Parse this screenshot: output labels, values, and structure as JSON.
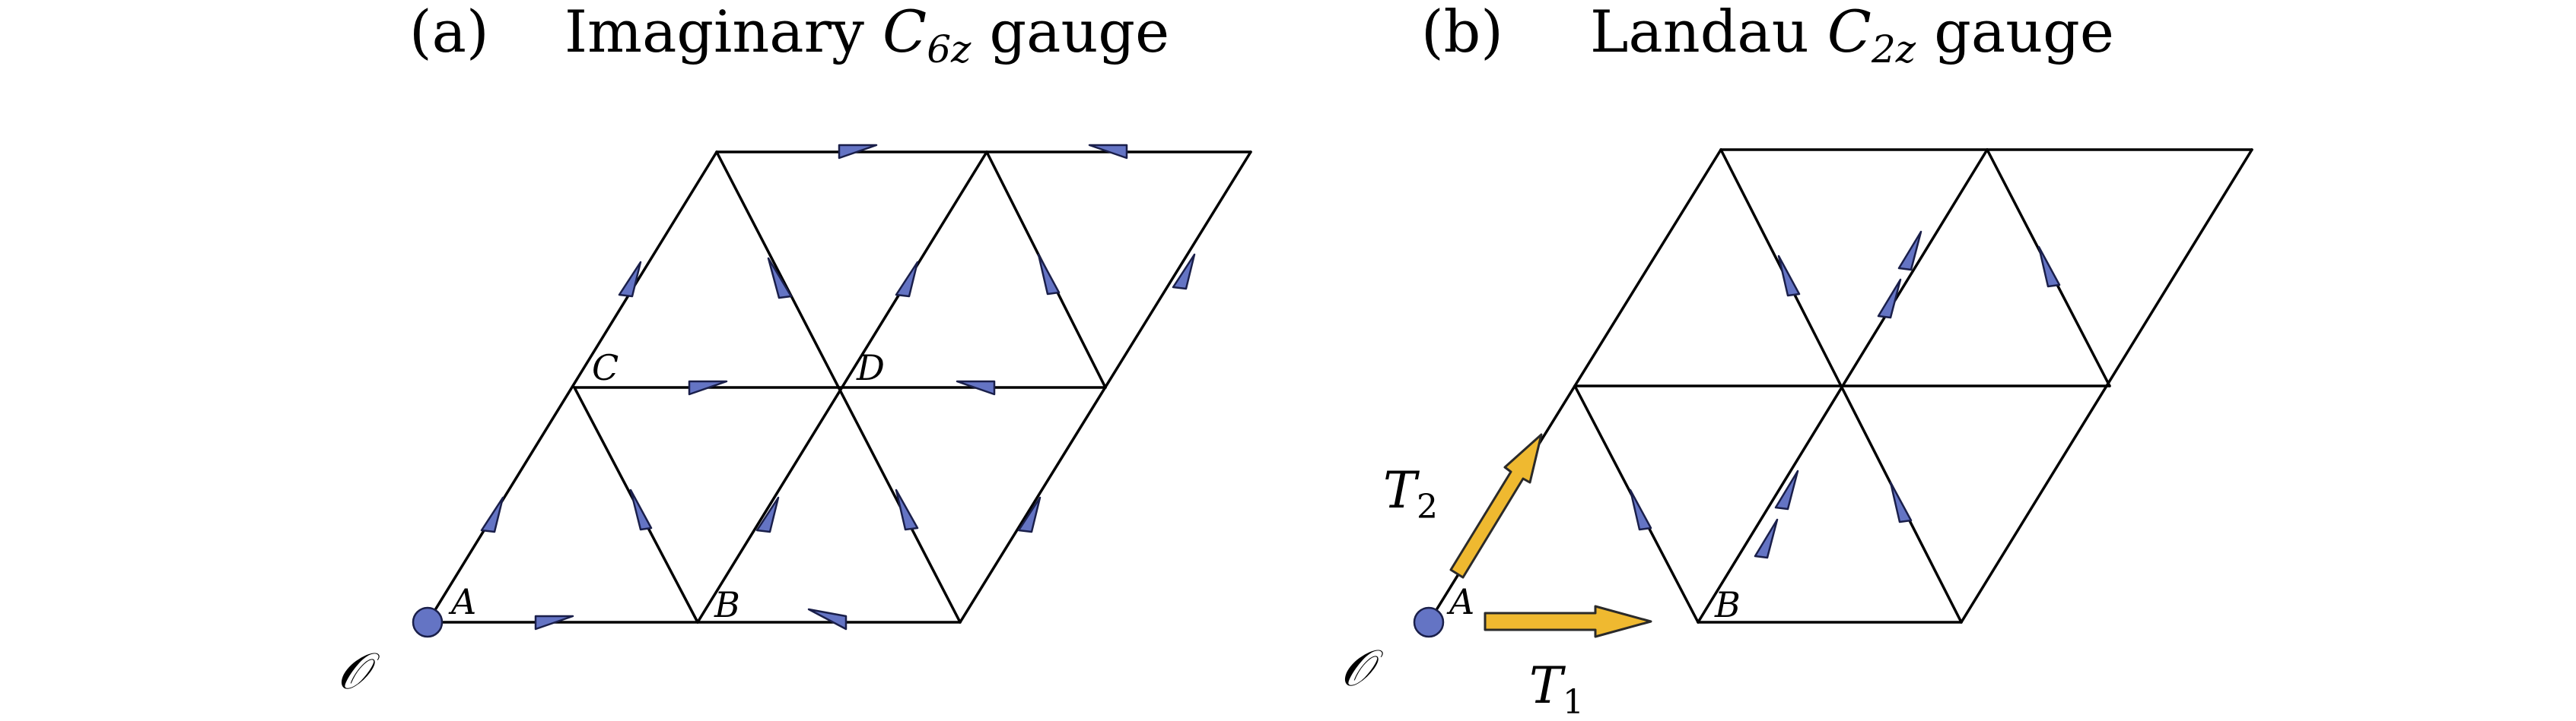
{
  "panel_a": {
    "letter": "(a)",
    "title_pre": "Imaginary ",
    "title_sym": "C",
    "title_sub": "6z",
    "title_post": " gauge",
    "origin_label": "𝒪",
    "vertex_labels": {
      "A": "A",
      "B": "B",
      "C": "C",
      "D": "D"
    }
  },
  "panel_b": {
    "letter": "(b)",
    "title_pre": "Landau ",
    "title_sym": "C",
    "title_sub": "2z",
    "title_post": " gauge",
    "origin_label": "𝒪",
    "vertex_labels": {
      "A": "A",
      "B": "B"
    },
    "t1_label": "T",
    "t1_sub": "1",
    "t2_label": "T",
    "t2_sub": "2"
  },
  "colors": {
    "arrow_fill": "#6474c4",
    "lattice_vector_fill": "#efb930",
    "line": "#000000"
  }
}
